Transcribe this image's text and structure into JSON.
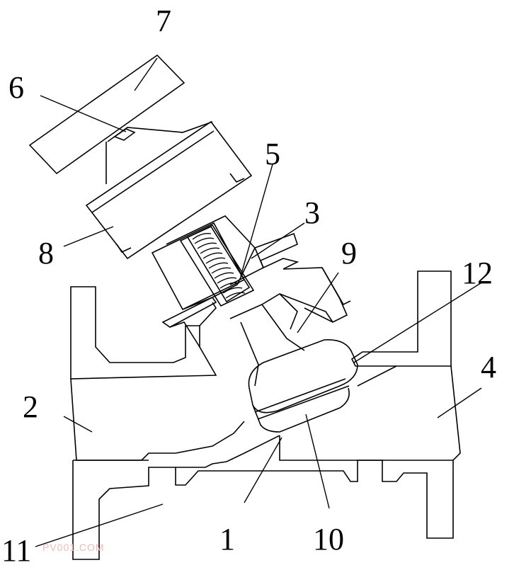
{
  "labels": {
    "l1": "1",
    "l2": "2",
    "l3": "3",
    "l4": "4",
    "l5": "5",
    "l6": "6",
    "l7": "7",
    "l8": "8",
    "l9": "9",
    "l10": "10",
    "l11": "11",
    "l12": "12"
  },
  "watermark": "PV001.COM",
  "colors": {
    "line": "#000000",
    "background": "#ffffff",
    "watermark": "#f2b8b8"
  }
}
